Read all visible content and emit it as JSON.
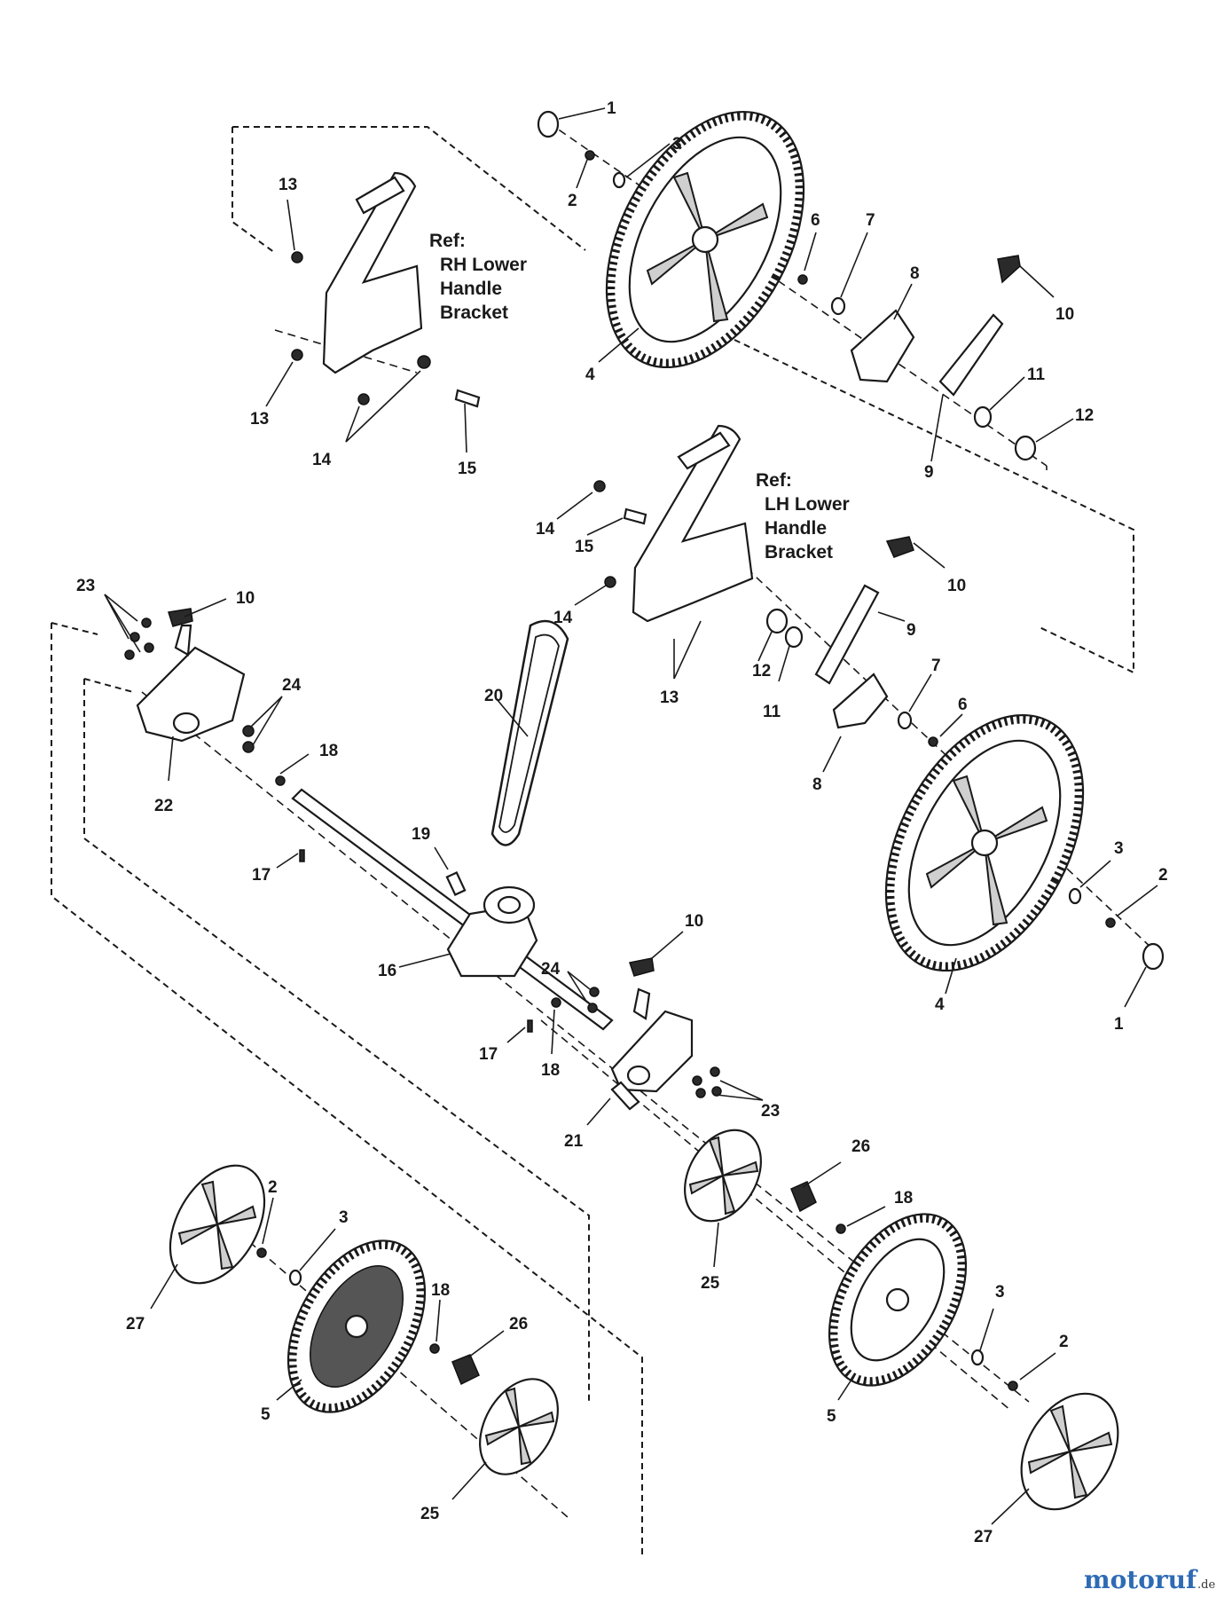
{
  "diagram": {
    "callouts": [
      {
        "label": "1"
      },
      {
        "label": "2"
      },
      {
        "label": "3"
      },
      {
        "label": "4"
      },
      {
        "label": "6"
      },
      {
        "label": "7"
      },
      {
        "label": "8"
      },
      {
        "label": "10"
      },
      {
        "label": "11"
      },
      {
        "label": "12"
      },
      {
        "label": "9"
      },
      {
        "label": "13"
      },
      {
        "label": "13"
      },
      {
        "label": "14"
      },
      {
        "label": "15"
      },
      {
        "label": "14"
      },
      {
        "label": "15"
      },
      {
        "label": "14"
      },
      {
        "label": "10"
      },
      {
        "label": "9"
      },
      {
        "label": "13"
      },
      {
        "label": "12"
      },
      {
        "label": "11"
      },
      {
        "label": "7"
      },
      {
        "label": "6"
      },
      {
        "label": "8"
      },
      {
        "label": "3"
      },
      {
        "label": "2"
      },
      {
        "label": "1"
      },
      {
        "label": "4"
      },
      {
        "label": "23"
      },
      {
        "label": "10"
      },
      {
        "label": "24"
      },
      {
        "label": "22"
      },
      {
        "label": "18"
      },
      {
        "label": "20"
      },
      {
        "label": "19"
      },
      {
        "label": "17"
      },
      {
        "label": "16"
      },
      {
        "label": "10"
      },
      {
        "label": "24"
      },
      {
        "label": "17"
      },
      {
        "label": "18"
      },
      {
        "label": "23"
      },
      {
        "label": "21"
      },
      {
        "label": "26"
      },
      {
        "label": "18"
      },
      {
        "label": "25"
      },
      {
        "label": "3"
      },
      {
        "label": "2"
      },
      {
        "label": "5"
      },
      {
        "label": "27"
      },
      {
        "label": "2"
      },
      {
        "label": "3"
      },
      {
        "label": "27"
      },
      {
        "label": "18"
      },
      {
        "label": "26"
      },
      {
        "label": "5"
      },
      {
        "label": "25"
      }
    ],
    "ref_rh": [
      "Ref:",
      "RH Lower",
      "Handle",
      "Bracket"
    ],
    "ref_lh": [
      "Ref:",
      "LH Lower",
      "Handle",
      "Bracket"
    ]
  },
  "watermark": {
    "part1": "motoruf",
    "part2": ".de"
  }
}
